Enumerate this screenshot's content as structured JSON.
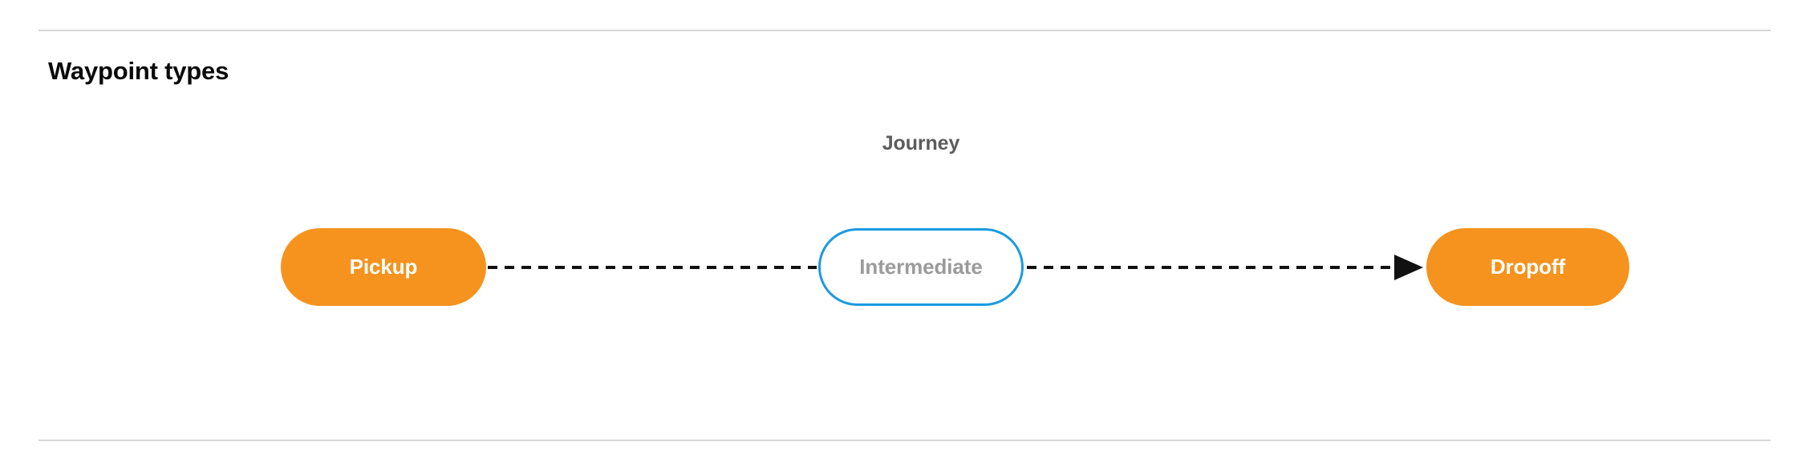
{
  "section": {
    "title": "Waypoint types"
  },
  "diagram": {
    "label": "Journey",
    "nodes": [
      {
        "id": "pickup",
        "label": "Pickup",
        "style": "filled",
        "fill": "#f5931e",
        "text_color": "#ffffff"
      },
      {
        "id": "intermediate",
        "label": "Intermediate",
        "style": "outlined",
        "fill": "#ffffff",
        "border_color": "#1b9ae0",
        "text_color": "#9b9b9b"
      },
      {
        "id": "dropoff",
        "label": "Dropoff",
        "style": "filled",
        "fill": "#f5931e",
        "text_color": "#ffffff"
      }
    ],
    "edges": [
      {
        "from": "pickup",
        "to": "intermediate",
        "line": "dashed",
        "arrowhead": false,
        "color": "#111111"
      },
      {
        "from": "intermediate",
        "to": "dropoff",
        "line": "dashed",
        "arrowhead": true,
        "color": "#111111"
      }
    ]
  },
  "colors": {
    "accent_orange": "#f5931e",
    "accent_blue": "#1b9ae0",
    "divider": "#d6d6d6",
    "muted_text": "#5c5c5c",
    "placeholder_text": "#9b9b9b",
    "title_text": "#0a0a0a",
    "background": "#ffffff"
  }
}
